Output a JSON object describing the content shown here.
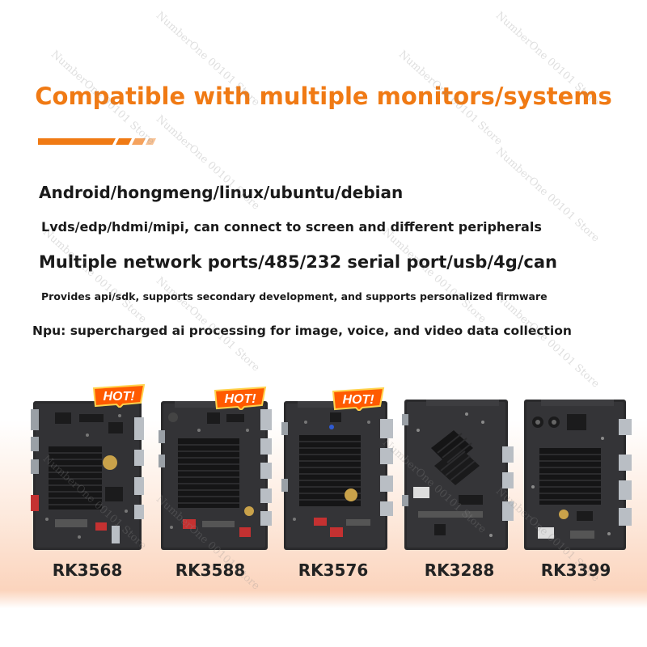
{
  "title": "Compatible with multiple monitors/systems",
  "colors": {
    "accent": "#f07a14",
    "text": "#1a1a1a",
    "badge": "#ff5a00"
  },
  "features": [
    "Android/hongmeng/linux/ubuntu/debian",
    "Lvds/edp/hdmi/mipi, can connect to screen and different peripherals",
    "Multiple network ports/485/232 serial port/usb/4g/can",
    "Provides api/sdk, supports secondary development, and supports personalized firmware",
    "Npu: supercharged ai processing for image, voice, and video data collection"
  ],
  "boards": [
    {
      "model": "RK3568",
      "badge": "HOT!"
    },
    {
      "model": "RK3588",
      "badge": "HOT!"
    },
    {
      "model": "RK3576",
      "badge": "HOT!"
    },
    {
      "model": "RK3288",
      "badge": ""
    },
    {
      "model": "RK3399",
      "badge": ""
    }
  ],
  "watermark": "NumberOne 00101 Store"
}
